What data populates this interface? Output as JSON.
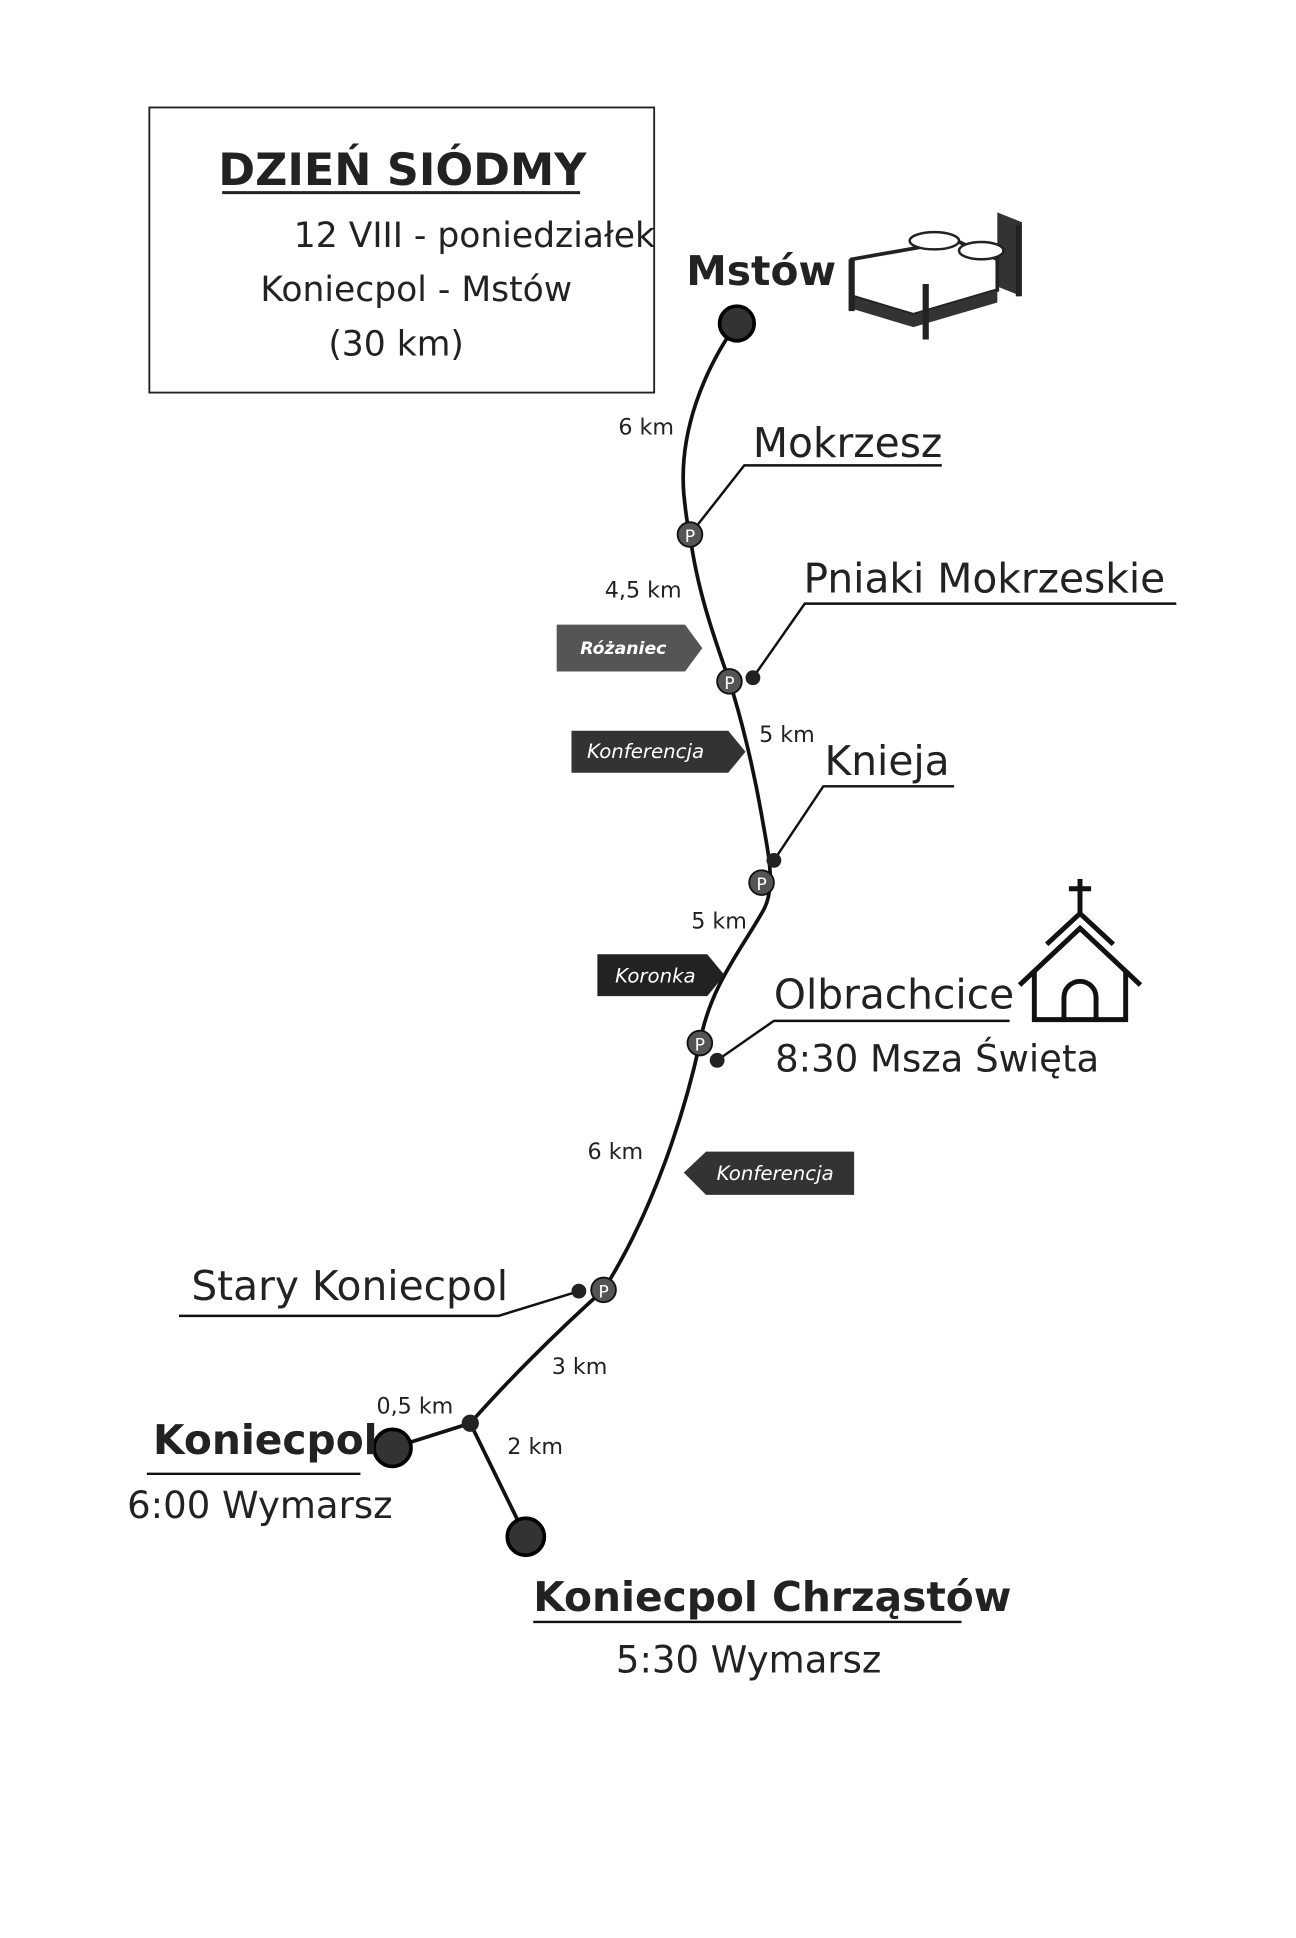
{
  "title_box": {
    "title": "DZIEŃ SIÓDMY",
    "date": "12 VIII - poniedziałek",
    "route": "Koniecpol - Mstów",
    "distance": "(30 km)"
  },
  "places": {
    "mstow": "Mstów",
    "mokrzesz": "Mokrzesz",
    "pniaki": "Pniaki Mokrzeskie",
    "knieja": "Knieja",
    "olbrachcice": "Olbrachcice",
    "olbrachcice_note": "8:30 Msza Święta",
    "stary_koniecpol": "Stary Koniecpol",
    "koniecpol": "Koniecpol",
    "koniecpol_note": "6:00 Wymarsz",
    "chrzastow": "Koniecpol Chrząstów",
    "chrzastow_note": "5:30 Wymarsz"
  },
  "distances": [
    "6 km",
    "4,5 km",
    "5 km",
    "5 km",
    "6 km",
    "3 km",
    "0,5 km",
    "2 km"
  ],
  "stop_marker": "P",
  "tags": {
    "rozaniec": "Różaniec",
    "konferencja1": "Konferencja",
    "koronka": "Koronka",
    "konferencja2": "Konferencja"
  },
  "icons": [
    "bed-icon",
    "church-icon"
  ]
}
